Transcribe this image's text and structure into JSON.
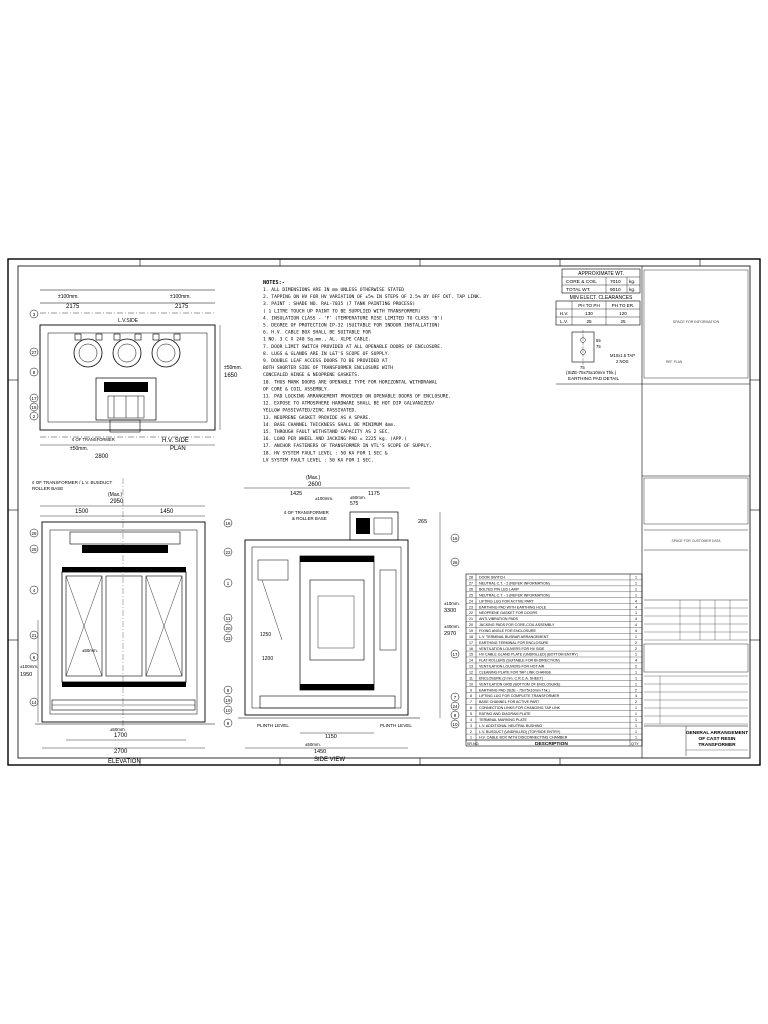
{
  "plan": {
    "dim_left": "2175",
    "dim_right": "2175",
    "label_lv_side": "L.V.SIDE",
    "label_transformer_cl": "¢ OF TRANSFORMER",
    "dim_100_left": "±100mm.",
    "dim_100_right": "±100mm.",
    "dim_650": "±50mm.",
    "dim_1650": "1650",
    "dim_50": "±50mm.",
    "dim_2800": "2800",
    "hv_side": "H.V. SIDE",
    "plan": "PLAN"
  },
  "notes": {
    "heading": "NOTES:-",
    "items": [
      "1. ALL DIMENSIONS ARE IN mm UNLESS OTHERWISE STATED",
      "2. TAPPING ON HV FOR HV VARIATION OF ±5% IN STEPS OF 2.5% BY OFF CKT. TAP LINK.",
      "3. PAINT : SHADE NO. RAL-7035 (7 TANK PAINTING PROCESS)",
      "   ( 1 LITRE TOUCH UP PAINT TO BE SUPPLIED WITH TRANSFORMER)",
      "4. INSULATION CLASS - 'F' (TEMPERATURE RISE LIMITED TO CLASS 'B')",
      "5. DEGREE OF PROTECTION IP-32 (SUITABLE FOR INDOOR INSTALLATION)",
      "6. H.V. CABLE BOX SHALL BE SUITABLE FOR",
      "   1 NO. 3 C X 240 Sq.mm., AL. XLPE CABLE.",
      "7. DOOR LIMIT SWITCH PROVIDED AT ALL OPENABLE DOORS OF ENCLOSURE.",
      "8. LUGS & GLANDS ARE IN L&T'S SCOPE OF SUPPLY.",
      "9. DOUBLE LEAF ACCESS DOORS TO BE PROVIDED AT",
      "   BOTH SHORTER SIDE OF TRANSFORMER ENCLOSURE WITH",
      "   CONCEALED HINGE & NEOPRENE GASKETS.",
      "10. THUS MARK DOORS ARE OPENABLE TYPE FOR HORIZONTAL WITHDRAWAL",
      "    OF CORE & COIL ASSEMBLY.",
      "11. PAD LOCKING ARRANGEMENT PROVIDED ON OPENABLE DOORS OF ENCLOSURE.",
      "12. EXPOSE TO ATMOSPHERE HARDWARE SHALL BE HOT DIP GALVANIZED/",
      "    YELLOW PASSIVATED/ZINC PASSIVATED.",
      "13. NEOPRENE GASKET PROVIDE AS A SPARE.",
      "14. BASE CHANNEL THICKNESS SHALL BE MINIMUM 4mm.",
      "15. THROUGH FAULT WITHSTAND CAPACITY AS 2 SEC.",
      "16. LOAD PER WHEEL AND JACKING PAD = 2225 kg. (APP.)",
      "17. ANCHOR FASTENERS OF TRANSFORMER IN VTL'S SCOPE OF SUPPLY.",
      "18. HV SYSTEM FAULT LEVEL : 50 KA FOR 1 SEC &",
      "    LV SYSTEM FAULT LEVEL : 50 KA FOR 1 SEC."
    ]
  },
  "weights": {
    "title": "APPROXIMATE WT.",
    "rows": [
      {
        "label": "CORE & COIL",
        "value": "7010",
        "unit": "kg."
      },
      {
        "label": "TOTAL WT.",
        "value": "9010",
        "unit": "kg."
      }
    ]
  },
  "clearances": {
    "title": "MIN ELECT. CLEARANCES",
    "headers": [
      "",
      "PH TO PH",
      "PH TO ER."
    ],
    "rows": [
      [
        "H.V.",
        "130",
        "120"
      ],
      [
        "L.V.",
        "25",
        "25"
      ]
    ]
  },
  "earthing": {
    "dim_75": "75",
    "dim_55": "55",
    "dim_75b": "75",
    "bolt": "M10x1.5 TAP",
    "nos": "2 NOS",
    "size": "(SIZE-75x75x10mm Thk.)",
    "caption": "EARTHING PAD DETAIL"
  },
  "elevation": {
    "top_note": "¢ OF TRANSFORMER / L.V. BUSDUCT",
    "roller": "ROLLER BASE",
    "max": "(Max.)",
    "dim_2950": "2950",
    "dim_1500": "1500",
    "dim_1450": "1450",
    "dim_1100": "±100mm.",
    "dim_1950": "1950",
    "dim_1200": "±50mm.",
    "dim_1700": "1700",
    "dim_2700": "2700",
    "dim_50": "±50mm.",
    "caption": "ELEVATION"
  },
  "side": {
    "max": "(Max.)",
    "dim_2600": "2600",
    "dim_1425": "1425",
    "dim_1175": "1175",
    "dim_100": "±100mm.",
    "dim_575": "575",
    "dim_50": "±50mm.",
    "cl_transformer": "¢ OF TRANSFORMER",
    "roller": "& ROLLER BASE",
    "dim_265": "265",
    "dim_10": "±10mm.",
    "dim_3300": "3300",
    "dim_40": "±40mm.",
    "dim_2970": "2970",
    "dim_1250": "1250",
    "dim_1200": "1200",
    "plinth_left": "PLINTH LEVEL",
    "plinth_right": "PLINTH LEVEL",
    "dim_1150": "1150",
    "dim_1450": "1450",
    "caption": "SIDE VIEW"
  },
  "bom": {
    "headers": [
      "SR.NO.",
      "DESCRIPTION",
      "QTY"
    ],
    "rows": [
      [
        "28",
        "DOOR SWITCH",
        "1"
      ],
      [
        "27",
        "NEUTRAL C.T. - 2 (REFER INFORMATION)",
        "1"
      ],
      [
        "26",
        "BOLTED PIN LED LAMP",
        "1"
      ],
      [
        "25",
        "NEUTRAL C.T. - 1 (REFER INFORMATION)",
        "1"
      ],
      [
        "24",
        "LIFTING LUG FOR ACTIVE PART",
        "4"
      ],
      [
        "23",
        "EARTHING PAD WITH EARTHING HOLE",
        "4"
      ],
      [
        "22",
        "NEOPRENE GASKET FOR DOORS",
        "1"
      ],
      [
        "21",
        "ANTI-VIBRATION PADS",
        "4"
      ],
      [
        "20",
        "JACKING PADS FOR CORE-COIL ASSEMBLY",
        "4"
      ],
      [
        "19",
        "FIXING ANGLE FOR ENCLOSURE",
        "4"
      ],
      [
        "18",
        "L.V. TERMINAL BUSBAR ARRANGEMENT",
        "1"
      ],
      [
        "17",
        "EARTHING TERMINAL FOR ENCLOSURE",
        "2"
      ],
      [
        "16",
        "VENTILATION LOUVERS FOR HV SIDE",
        "2"
      ],
      [
        "15",
        "HV CABLE GLAND PLATE (UNDRILLED) (BOTTOM ENTRY)",
        "1"
      ],
      [
        "14",
        "FLAT ROLLERS (SUITABLE FOR BI-DIRECTION)",
        "4"
      ],
      [
        "13",
        "VENTILATION LOUVERS FOR HOT AIR",
        "2"
      ],
      [
        "12",
        "CLEANING PLATE FOR TAP LINK CHANGE",
        "1"
      ],
      [
        "11",
        "ENCLOSURE (3 mm. C.R.C.A. SHEET)",
        "1"
      ],
      [
        "10",
        "VENTILATION GRID (BOTTOM OF ENCLOSURE)",
        "1"
      ],
      [
        "9",
        "EARTHING PAD (SIZE - 75x75x10mm Thk.)",
        "2"
      ],
      [
        "8",
        "LIFTING LUG FOR COMPLETE TRANSFORMER",
        "4"
      ],
      [
        "7",
        "BASE CHANNEL FOR ACTIVE PART",
        "2"
      ],
      [
        "6",
        "CONNECTION LINKS FOR CHANGING TAP LINK",
        "1"
      ],
      [
        "5",
        "RATING AND DIAGRAM PLATE",
        "1"
      ],
      [
        "4",
        "TERMINAL MARKING PLATE",
        "1"
      ],
      [
        "3",
        "L.V. ADDITIONAL NEUTRAL BUSHING",
        "1"
      ],
      [
        "2",
        "L.V. BUSDUCT (UNDRILLED) (TOP/SIDE ENTRY)",
        "1"
      ],
      [
        "1",
        "H.V. CABLE BOX WITH DISCONNECTING CHAMBER",
        "1"
      ]
    ]
  },
  "title_block": {
    "top_box_note": "SPACE FOR INFORMATION",
    "top_box_sub": "REF. PLAN",
    "mid_box_note": "SPACE FOR CUSTOMER DATA",
    "title_line1": "GENERAL ARRANGEMENT",
    "title_line2": "OF CAST RESIN",
    "title_line3": "TRANSFORMER"
  }
}
